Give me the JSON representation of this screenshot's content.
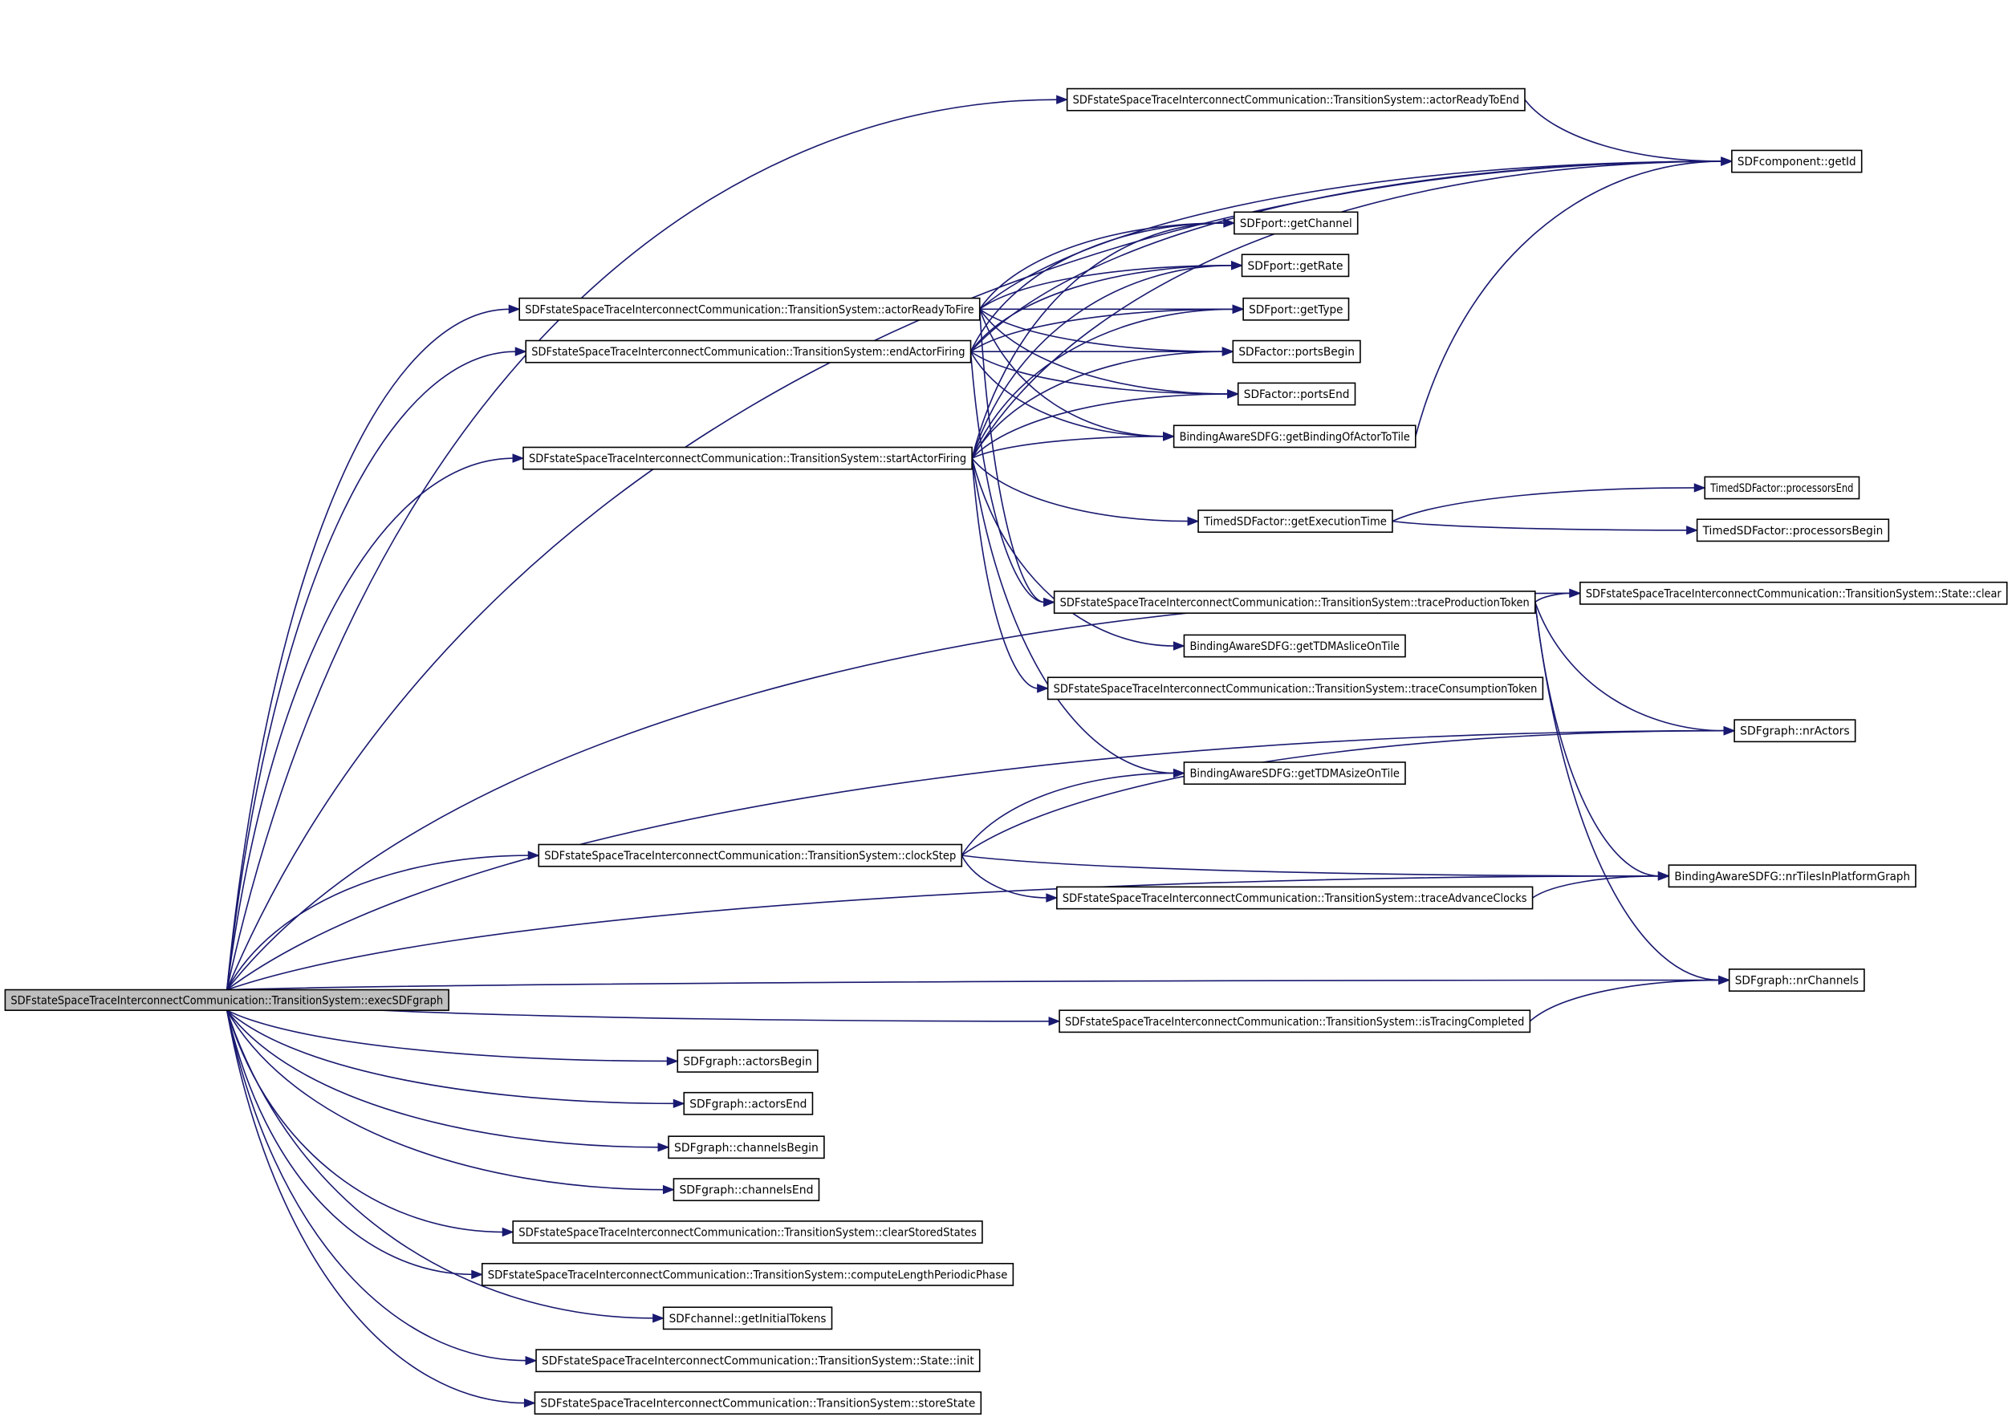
{
  "diagram": {
    "type": "call-graph",
    "title": "",
    "edge_color": "#191970",
    "root_fill": "#bfbfbf",
    "node_fill": "#ffffff",
    "nodes": [
      {
        "id": "exec",
        "label": "SDFstateSpaceTraceInterconnectCommunication::TransitionSystem::execSDFgraph",
        "root": true
      },
      {
        "id": "readyToEnd",
        "label": "SDFstateSpaceTraceInterconnectCommunication::TransitionSystem::actorReadyToEnd"
      },
      {
        "id": "getId",
        "label": "SDFcomponent::getId"
      },
      {
        "id": "getChannel",
        "label": "SDFport::getChannel"
      },
      {
        "id": "getRate",
        "label": "SDFport::getRate"
      },
      {
        "id": "getType",
        "label": "SDFport::getType"
      },
      {
        "id": "portsBegin",
        "label": "SDFactor::portsBegin"
      },
      {
        "id": "portsEnd",
        "label": "SDFactor::portsEnd"
      },
      {
        "id": "readyToFire",
        "label": "SDFstateSpaceTraceInterconnectCommunication::TransitionSystem::actorReadyToFire"
      },
      {
        "id": "endFiring",
        "label": "SDFstateSpaceTraceInterconnectCommunication::TransitionSystem::endActorFiring"
      },
      {
        "id": "startFiring",
        "label": "SDFstateSpaceTraceInterconnectCommunication::TransitionSystem::startActorFiring"
      },
      {
        "id": "binding",
        "label": "BindingAwareSDFG::getBindingOfActorToTile"
      },
      {
        "id": "execTime",
        "label": "TimedSDFactor::getExecutionTime"
      },
      {
        "id": "procEnd",
        "label": "TimedSDFactor::processorsEnd"
      },
      {
        "id": "procBegin",
        "label": "TimedSDFactor::processorsBegin"
      },
      {
        "id": "traceProd",
        "label": "SDFstateSpaceTraceInterconnectCommunication::TransitionSystem::traceProductionToken"
      },
      {
        "id": "stateClear",
        "label": "SDFstateSpaceTraceInterconnectCommunication::TransitionSystem::State::clear"
      },
      {
        "id": "tdmaSlice",
        "label": "BindingAwareSDFG::getTDMAsliceOnTile"
      },
      {
        "id": "traceCons",
        "label": "SDFstateSpaceTraceInterconnectCommunication::TransitionSystem::traceConsumptionToken"
      },
      {
        "id": "nrActors",
        "label": "SDFgraph::nrActors"
      },
      {
        "id": "tdmaSize",
        "label": "BindingAwareSDFG::getTDMAsizeOnTile"
      },
      {
        "id": "clockStep",
        "label": "SDFstateSpaceTraceInterconnectCommunication::TransitionSystem::clockStep"
      },
      {
        "id": "traceAdv",
        "label": "SDFstateSpaceTraceInterconnectCommunication::TransitionSystem::traceAdvanceClocks"
      },
      {
        "id": "nrTiles",
        "label": "BindingAwareSDFG::nrTilesInPlatformGraph"
      },
      {
        "id": "nrChannels",
        "label": "SDFgraph::nrChannels"
      },
      {
        "id": "tracingDone",
        "label": "SDFstateSpaceTraceInterconnectCommunication::TransitionSystem::isTracingCompleted"
      },
      {
        "id": "actorsBegin",
        "label": "SDFgraph::actorsBegin"
      },
      {
        "id": "actorsEnd",
        "label": "SDFgraph::actorsEnd"
      },
      {
        "id": "channelsBegin",
        "label": "SDFgraph::channelsBegin"
      },
      {
        "id": "channelsEnd",
        "label": "SDFgraph::channelsEnd"
      },
      {
        "id": "clearStored",
        "label": "SDFstateSpaceTraceInterconnectCommunication::TransitionSystem::clearStoredStates"
      },
      {
        "id": "computeLen",
        "label": "SDFstateSpaceTraceInterconnectCommunication::TransitionSystem::computeLengthPeriodicPhase"
      },
      {
        "id": "initTokens",
        "label": "SDFchannel::getInitialTokens"
      },
      {
        "id": "stateInit",
        "label": "SDFstateSpaceTraceInterconnectCommunication::TransitionSystem::State::init"
      },
      {
        "id": "storeState",
        "label": "SDFstateSpaceTraceInterconnectCommunication::TransitionSystem::storeState"
      }
    ],
    "edges": [
      [
        "exec",
        "getId"
      ],
      [
        "exec",
        "readyToEnd"
      ],
      [
        "exec",
        "readyToFire"
      ],
      [
        "exec",
        "endFiring"
      ],
      [
        "exec",
        "startFiring"
      ],
      [
        "exec",
        "stateClear"
      ],
      [
        "exec",
        "nrActors"
      ],
      [
        "exec",
        "clockStep"
      ],
      [
        "exec",
        "nrTiles"
      ],
      [
        "exec",
        "nrChannels"
      ],
      [
        "exec",
        "tracingDone"
      ],
      [
        "exec",
        "actorsBegin"
      ],
      [
        "exec",
        "actorsEnd"
      ],
      [
        "exec",
        "channelsBegin"
      ],
      [
        "exec",
        "channelsEnd"
      ],
      [
        "exec",
        "clearStored"
      ],
      [
        "exec",
        "computeLen"
      ],
      [
        "exec",
        "initTokens"
      ],
      [
        "exec",
        "stateInit"
      ],
      [
        "exec",
        "storeState"
      ],
      [
        "readyToEnd",
        "getId"
      ],
      [
        "readyToFire",
        "getId"
      ],
      [
        "readyToFire",
        "getChannel"
      ],
      [
        "readyToFire",
        "getRate"
      ],
      [
        "readyToFire",
        "getType"
      ],
      [
        "readyToFire",
        "portsBegin"
      ],
      [
        "readyToFire",
        "portsEnd"
      ],
      [
        "readyToFire",
        "binding"
      ],
      [
        "readyToFire",
        "traceProd"
      ],
      [
        "endFiring",
        "getId"
      ],
      [
        "endFiring",
        "getChannel"
      ],
      [
        "endFiring",
        "getRate"
      ],
      [
        "endFiring",
        "getType"
      ],
      [
        "endFiring",
        "portsBegin"
      ],
      [
        "endFiring",
        "portsEnd"
      ],
      [
        "endFiring",
        "binding"
      ],
      [
        "endFiring",
        "traceProd"
      ],
      [
        "startFiring",
        "getId"
      ],
      [
        "startFiring",
        "getChannel"
      ],
      [
        "startFiring",
        "getRate"
      ],
      [
        "startFiring",
        "getType"
      ],
      [
        "startFiring",
        "portsBegin"
      ],
      [
        "startFiring",
        "portsEnd"
      ],
      [
        "startFiring",
        "binding"
      ],
      [
        "startFiring",
        "execTime"
      ],
      [
        "startFiring",
        "tdmaSlice"
      ],
      [
        "startFiring",
        "traceCons"
      ],
      [
        "startFiring",
        "tdmaSize"
      ],
      [
        "binding",
        "getId"
      ],
      [
        "execTime",
        "procEnd"
      ],
      [
        "execTime",
        "procBegin"
      ],
      [
        "traceProd",
        "stateClear"
      ],
      [
        "traceProd",
        "nrActors"
      ],
      [
        "traceProd",
        "nrTiles"
      ],
      [
        "traceProd",
        "nrChannels"
      ],
      [
        "clockStep",
        "tdmaSize"
      ],
      [
        "clockStep",
        "nrActors"
      ],
      [
        "clockStep",
        "nrTiles"
      ],
      [
        "clockStep",
        "traceAdv"
      ],
      [
        "traceAdv",
        "nrTiles"
      ],
      [
        "tracingDone",
        "nrChannels"
      ]
    ]
  }
}
